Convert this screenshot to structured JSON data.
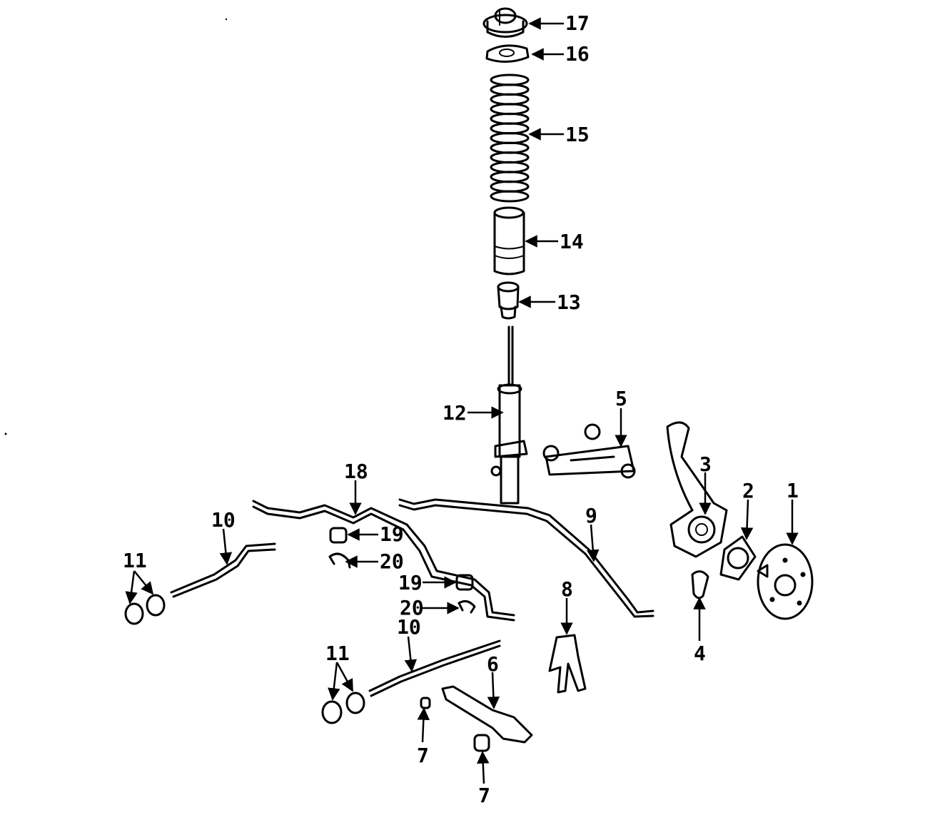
{
  "diagram": {
    "callouts": [
      {
        "id": "c1",
        "text": "1"
      },
      {
        "id": "c2",
        "text": "2"
      },
      {
        "id": "c3",
        "text": "3"
      },
      {
        "id": "c4",
        "text": "4"
      },
      {
        "id": "c5",
        "text": "5"
      },
      {
        "id": "c6",
        "text": "6"
      },
      {
        "id": "c7a",
        "text": "7"
      },
      {
        "id": "c7b",
        "text": "7"
      },
      {
        "id": "c8",
        "text": "8"
      },
      {
        "id": "c9",
        "text": "9"
      },
      {
        "id": "c10a",
        "text": "10"
      },
      {
        "id": "c10b",
        "text": "10"
      },
      {
        "id": "c11a",
        "text": "11"
      },
      {
        "id": "c11b",
        "text": "11"
      },
      {
        "id": "c12",
        "text": "12"
      },
      {
        "id": "c13",
        "text": "13"
      },
      {
        "id": "c14",
        "text": "14"
      },
      {
        "id": "c15",
        "text": "15"
      },
      {
        "id": "c16",
        "text": "16"
      },
      {
        "id": "c17",
        "text": "17"
      },
      {
        "id": "c18",
        "text": "18"
      },
      {
        "id": "c19a",
        "text": "19"
      },
      {
        "id": "c19b",
        "text": "19"
      },
      {
        "id": "c20a",
        "text": "20"
      },
      {
        "id": "c20b",
        "text": "20"
      }
    ]
  }
}
